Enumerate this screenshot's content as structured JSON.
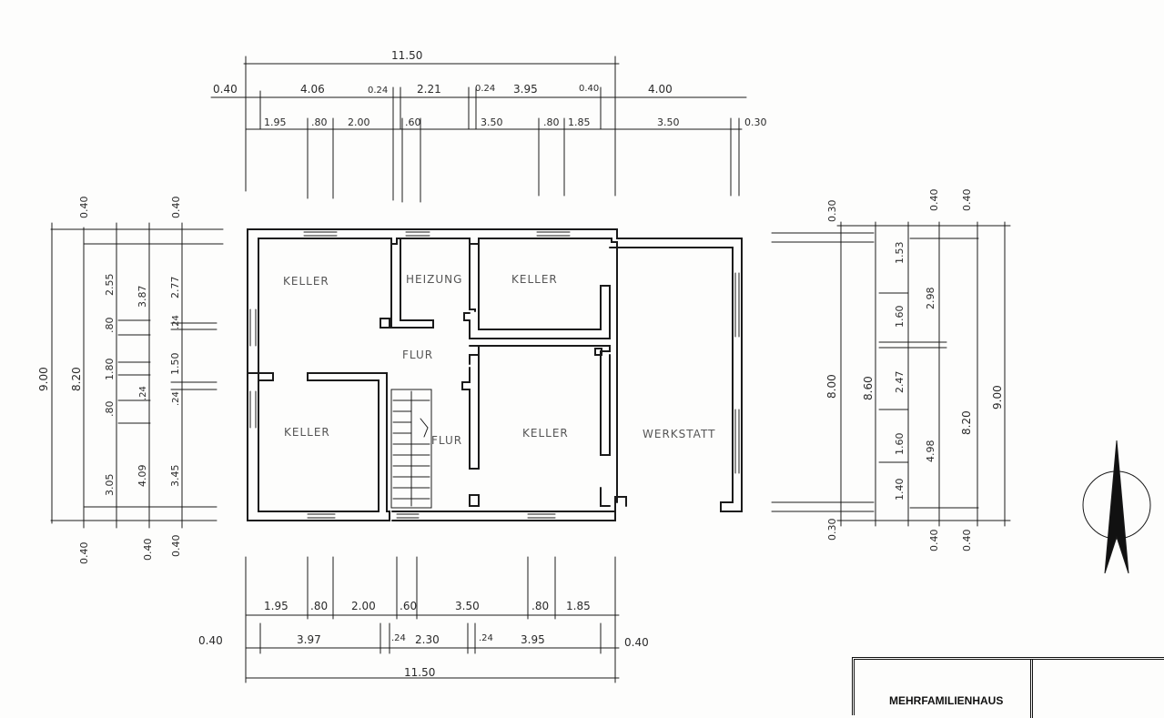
{
  "rooms": {
    "keller_nw": "KELLER",
    "heizung": "HEIZUNG",
    "keller_n": "KELLER",
    "flur_main": "FLUR",
    "keller_sw": "KELLER",
    "flur_stair": "FLUR",
    "keller_s": "KELLER",
    "werkstatt": "WERKSTATT"
  },
  "dims_top": {
    "total": "11.50",
    "row1": [
      "0.40",
      "4.06",
      "0.24",
      "2.21",
      "0.24",
      "3.95",
      "0.40",
      "4.00"
    ],
    "row2": [
      "1.95",
      ".80",
      "2.00",
      ".60",
      "3.50",
      ".80",
      "1.85",
      "3.50",
      "0.30"
    ]
  },
  "dims_bottom": {
    "row1": [
      "1.95",
      ".80",
      "2.00",
      ".60",
      "3.50",
      ".80",
      "1.85"
    ],
    "row2": [
      "0.40",
      "3.97",
      ".24",
      "2.30",
      ".24",
      "3.95",
      "0.40"
    ],
    "total": "11.50"
  },
  "dims_left": {
    "total": "9.00",
    "inner": "8.20",
    "top_labels": [
      "0.40",
      "0.40"
    ],
    "bottom_labels": [
      "0.40",
      "0.40",
      "0.40"
    ],
    "col_a": [
      "2.55",
      ".80",
      "1.80",
      ".80",
      "3.05"
    ],
    "col_b": [
      "3.87",
      ".24",
      "4.09"
    ],
    "col_c": [
      "2.77",
      ".24",
      "1.50",
      ".24",
      "3.45"
    ]
  },
  "dims_right": {
    "top_labels": [
      "0.30",
      "0.40",
      "0.40"
    ],
    "outer_a": "8.00",
    "outer_b": "8.60",
    "col_a": [
      "1.53",
      "1.60",
      "2.47",
      "1.60",
      "1.40"
    ],
    "col_b": [
      "2.98",
      "4.98"
    ],
    "inner": "8.20",
    "total": "9.00",
    "bottom_labels": [
      "0.30",
      "0.40",
      "0.40"
    ]
  },
  "title_block": {
    "project": "MEHRFAMILIENHAUS"
  }
}
